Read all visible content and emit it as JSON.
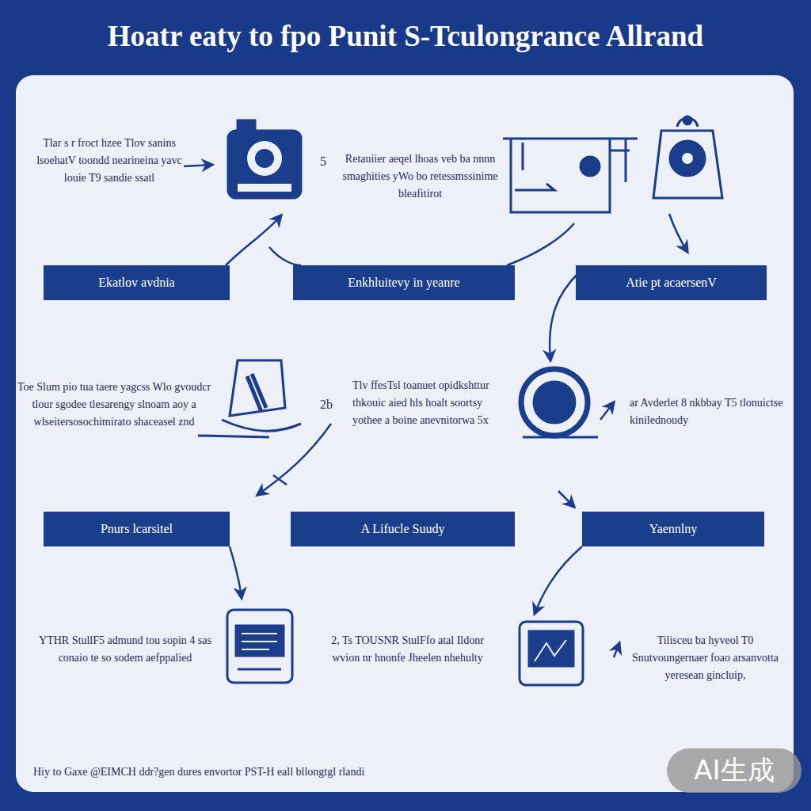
{
  "diagram": {
    "title": "Hoatr eaty to fpo Punit S-Tculongrance Allrand",
    "caption": "Hiy to Gaxe @EIMCH ddr?gen dures envortor PST-H eall bllongtgl rlandi",
    "nodes": [
      {
        "text": [
          "Ekatlov avdnia"
        ]
      },
      {
        "text": [
          "Enkhluitevy in yeanre"
        ]
      },
      {
        "text": [
          "Atie pt acaersenV"
        ]
      },
      {
        "text": [
          "Pnurs lcarsitel"
        ]
      },
      {
        "text": [
          "A Lifucle Suudy"
        ]
      },
      {
        "text": [
          "Yaennlny"
        ]
      }
    ],
    "labels": [
      "Tlar s r froct hzee Tlov sanins lsoehatV toondd nearineina yavc louie T9 sandie ssatl",
      "5",
      "Retauiier aeqel lhoas veb ba nnnn smaghities yWo bo retessmssinime bleafitirot",
      "Toe Slum pio tua taere yagcss Wlo gvoudcr tlour sgodee tlesarengy slnoam aoy a wlseitersosochimirato shaceasel znd",
      "2b",
      "Tlv ffesTsl toanuet opidkshttur thkouic aied hls hoalt soortsy yothee a boine anevnitorwa 5x",
      "ar Avderlet 8 nkbbay T5 tlonuictse kinilednoudy",
      "YTHR StullF5 admund tou sopin 4 sas conaio te so sodem aefppalied",
      "2, Ts TOUSNR StulFfo atal Ildonr wvion nr hnonfe Jheelen nhehulty",
      "Tilisceu ba hyveol T0 Snutvoungernaer foao arsanvotta yeresean gincluip,",
      "AI生成"
    ]
  }
}
